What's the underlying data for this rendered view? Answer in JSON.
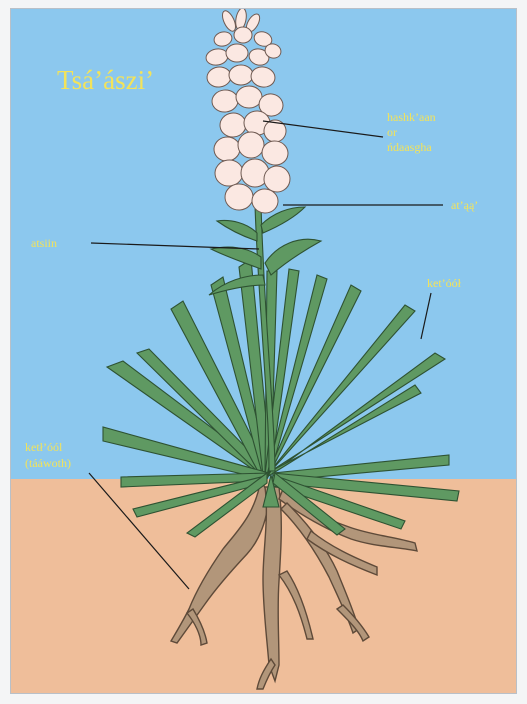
{
  "title": "Tsá’ászi’",
  "labels": {
    "flower_line1": "hashk’aan",
    "flower_line2": "or",
    "flower_line3": "ńdaasgha",
    "stalk": "at’ąą’",
    "leaf_stem": "atsiin",
    "leaves": "ket’óół",
    "root_line1": "ketł’óól",
    "root_line2": "(tááwoth)"
  },
  "colors": {
    "sky": "#8cc8ee",
    "soil": "#efbe9a",
    "leaf": "#5f9962",
    "leaf_outline": "#2e5232",
    "root": "#b2967a",
    "root_outline": "#5e4a39",
    "flower": "#fbe8e2",
    "label_text": "#f3e35a"
  }
}
